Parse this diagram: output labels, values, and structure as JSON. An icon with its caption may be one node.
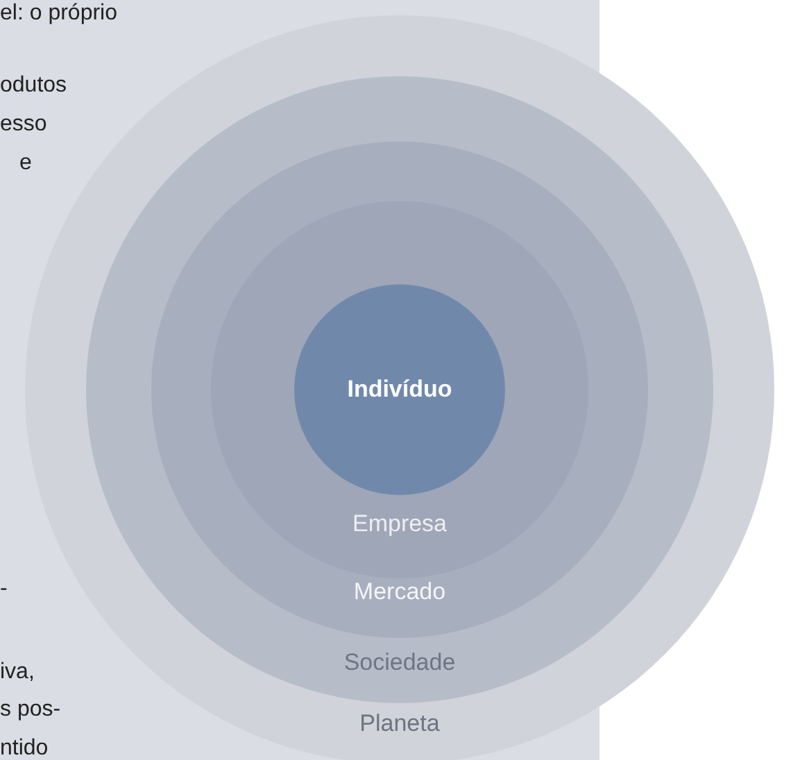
{
  "diagram": {
    "nodes": [
      {
        "text": [
          "Planeta"
        ]
      },
      {
        "text": [
          "Sociedade"
        ],
        "in": 0
      },
      {
        "text": [
          "Mercado"
        ],
        "in": 1
      },
      {
        "text": [
          "Empresa"
        ],
        "in": 2
      },
      {
        "text": [
          "Indivíduo"
        ],
        "in": 3
      }
    ],
    "labels": [
      "el: o próprio",
      "odutos",
      "esso",
      "e",
      "-",
      "iva,",
      "s pos-",
      "ntido"
    ]
  }
}
